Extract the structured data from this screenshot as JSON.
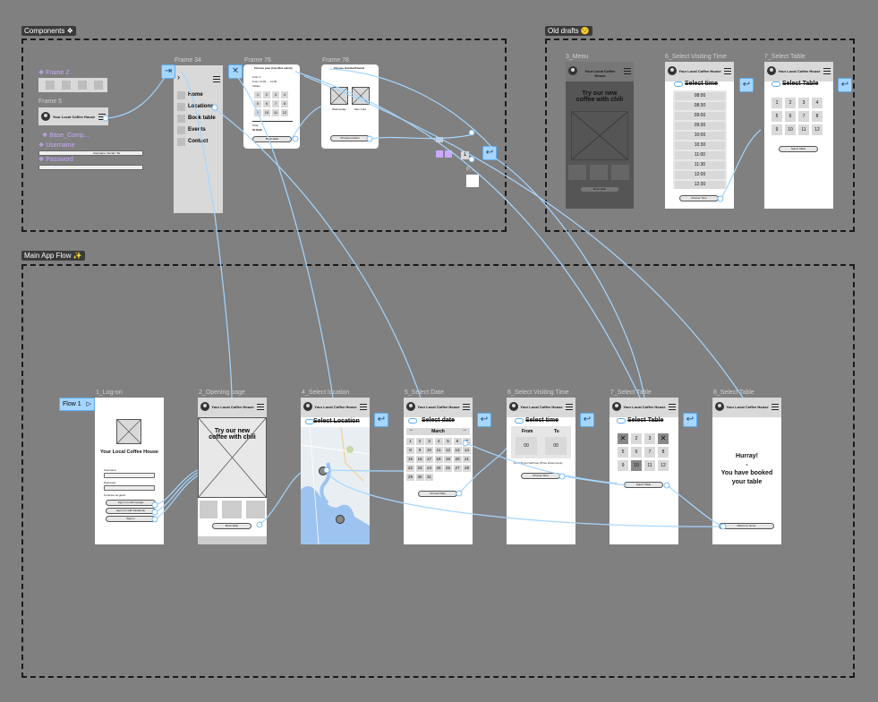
{
  "sections": {
    "components": "Components ❖",
    "old_drafts": "Old drafts 😕",
    "main_flow": "Main App Flow ✨"
  },
  "frames": {
    "frame2": "❖ Frame 2",
    "frame5": "Frame 5",
    "frame34": "Frame 34",
    "frame76": "Frame 76",
    "frame78": "Frame 78",
    "base_comp": "❖ Base_Comp...",
    "username": "❖ Username",
    "password": "❖ Password",
    "f": "F...",
    "menu3": "3_Menu",
    "old_time": "6_Select Visiting Time",
    "old_table": "7_Select Table",
    "login": "1_Log-on",
    "opening": "2_Opening page",
    "location": "4_Select location",
    "date": "5_Select Date",
    "visit_time": "6_Select Visiting Time",
    "table": "7_Select Table",
    "booked": "8_Select Table"
  },
  "app": {
    "header_title": "Your Local Coffee House",
    "promo": "Try our new coffee with chili",
    "book_table": "Book table",
    "choose_time": "Choose Time",
    "choose_date": "Choose Date",
    "select_table": "Select Table",
    "return_home": "Return to home",
    "select_time_title": "Select time",
    "select_date_title": "Select date",
    "select_location_title": "Select Location",
    "select_table_title": "Select Table",
    "month": "March",
    "from": "From",
    "to": "To",
    "hh1": "00",
    "hh2": "00",
    "time_note": "10 NOK per half hour (Price shown here)",
    "booked_msg1": "Hurray!",
    "booked_msg2": "-",
    "booked_msg3": "You have booked your table",
    "login_title": "Your Local Coffee House",
    "login_user": "Username",
    "login_pass": "Password",
    "login_other": "Continue as guest",
    "google": "sign in in with Google",
    "facebook": "sign in in with Facebook",
    "signin": "Sign in",
    "flow_label": "Flow 1",
    "menu_items": [
      "Home",
      "Locations",
      "Book table",
      "Events",
      "Contact"
    ],
    "times": [
      "08:00",
      "08:30",
      "09:00",
      "09:30",
      "10:00",
      "10:30",
      "11:00",
      "11:30",
      "12:00",
      "12:30"
    ],
    "table_numbers": [
      "1",
      "2",
      "3",
      "4",
      "5",
      "6",
      "7",
      "8",
      "9",
      "10",
      "11",
      "12"
    ],
    "days": [
      "1",
      "2",
      "3",
      "4",
      "5",
      "6",
      "7",
      "8",
      "9",
      "10",
      "11",
      "12",
      "13",
      "14",
      "15",
      "16",
      "17",
      "18",
      "19",
      "20",
      "21",
      "22",
      "23",
      "24",
      "25",
      "26",
      "27",
      "28",
      "29",
      "30",
      "31"
    ],
    "small_nums": [
      "1"
    ],
    "frame78_labels": [
      "Wednesday",
      "Mon Cold"
    ],
    "frame76_title": "Choose your time (Not select)",
    "frame76_lines": [
      "From 1",
      "From 11:00 → 11:30",
      "Tables"
    ],
    "frame76_total": "Total",
    "frame76_price": "50 NOK",
    "frame78_title": "Choose location/Fasted",
    "frame78_btn": "Choose location",
    "username_ph": "Username / Email / Tel",
    "frame76_btn": "Book table"
  },
  "colors": {
    "background": "#808080",
    "wire": "#a6d6ff",
    "component_accent": "#c9a8ff"
  }
}
